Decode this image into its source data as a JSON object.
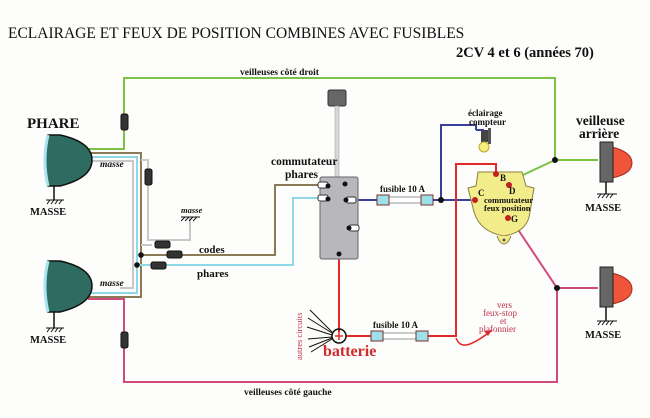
{
  "title": {
    "line1": "ECLAIRAGE  ET FEUX DE POSITION COMBINES  AVEC FUSIBLES",
    "line2": "2CV 4  et  6   (années 70)"
  },
  "labels": {
    "veilleuses_droit": "veilleuses côté droit",
    "veilleuses_gauche": "veilleuses côté gauche",
    "phare": "PHARE",
    "masse_caps": "MASSE",
    "masse_small": "masse",
    "codes": "codes",
    "phares": "phares",
    "commutateur_phares_1": "commutateur",
    "commutateur_phares_2": "phares",
    "fusible_top": "fusible  10 A",
    "fusible_bottom": "fusible  10 A",
    "eclairage_1": "éclairage",
    "eclairage_2": "compteur",
    "comm_feux_1": "commutateur",
    "comm_feux_2": "feux position",
    "term_B": "B",
    "term_C": "C",
    "term_D": "D",
    "term_G": "G",
    "veilleuse_arriere_1": "veilleuse",
    "veilleuse_arriere_2": "arrière",
    "batterie": "batterie",
    "battery_plus": "+",
    "autres_circuits": "autres circuits",
    "vers_1": "vers",
    "vers_2": "feux-stop",
    "vers_3": "et",
    "vers_4": "plafonnier"
  },
  "colors": {
    "green_wire": "#7cc243",
    "pink_wire": "#d04a7c",
    "red_wire": "#e02a2a",
    "blue_wire": "#3a3f9a",
    "cyan_wire": "#8fd8e8",
    "olive_wire": "#8a7a55",
    "grey_wire": "#c8c8c8",
    "headlamp": "#2e6b60",
    "rear_lamp": "#f0543a",
    "switch_body": "#b8b8bc",
    "comm_body": "#f3ec8a"
  }
}
